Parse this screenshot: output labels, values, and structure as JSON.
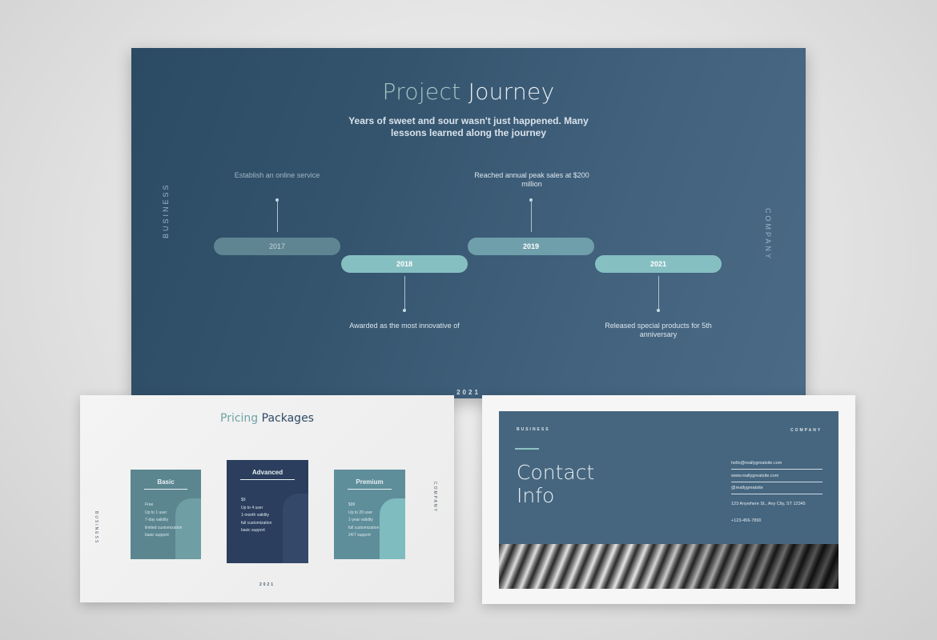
{
  "main_slide": {
    "title_part1": "Project",
    "title_part2": "Journey",
    "subtitle": "Years of sweet and sour wasn't just happened. Many lessons learned along the journey",
    "side_left": "BUSINESS",
    "side_right": "COMPANY",
    "footer_year": "2021",
    "milestones": [
      {
        "year": "2017",
        "label": "Establish an online service"
      },
      {
        "year": "2018",
        "label": "Awarded as the most innovative of"
      },
      {
        "year": "2019",
        "label": "Reached annual peak sales at $200 million"
      },
      {
        "year": "2021",
        "label": "Released special products for 5th anniversary"
      }
    ]
  },
  "pricing_slide": {
    "title_part1": "Pricing",
    "title_part2": "Packages",
    "side_left": "BUSINESS",
    "side_right": "COMPANY",
    "footer_year": "2021",
    "cards": [
      {
        "name": "Basic",
        "features": [
          "Free",
          "Up to 1 user",
          "7-day validity",
          "limited customization",
          "basic support"
        ]
      },
      {
        "name": "Advanced",
        "features": [
          "$9",
          "Up to 4 user",
          "1-month validity",
          "full customization",
          "basic support"
        ]
      },
      {
        "name": "Premium",
        "features": [
          "$99",
          "Up to 20 user",
          "1-year validity",
          "full customization",
          "24/7 support"
        ]
      }
    ]
  },
  "contact_slide": {
    "tag_left": "BUSINESS",
    "tag_right": "COMPANY",
    "title_line1": "Contact",
    "title_line2": "Info",
    "email": "hello@reallygreatsite.com",
    "website": "www.reallygreatsite.com",
    "social": "@reallygreatsite",
    "address": "123 Anywhere St., Any City, ST 12345",
    "phone": "+123-456-7890"
  },
  "colors": {
    "main_bg": "#34546e",
    "accent_teal": "#86bfc2",
    "navy": "#2b3e5e",
    "contact_panel": "#46667f"
  }
}
